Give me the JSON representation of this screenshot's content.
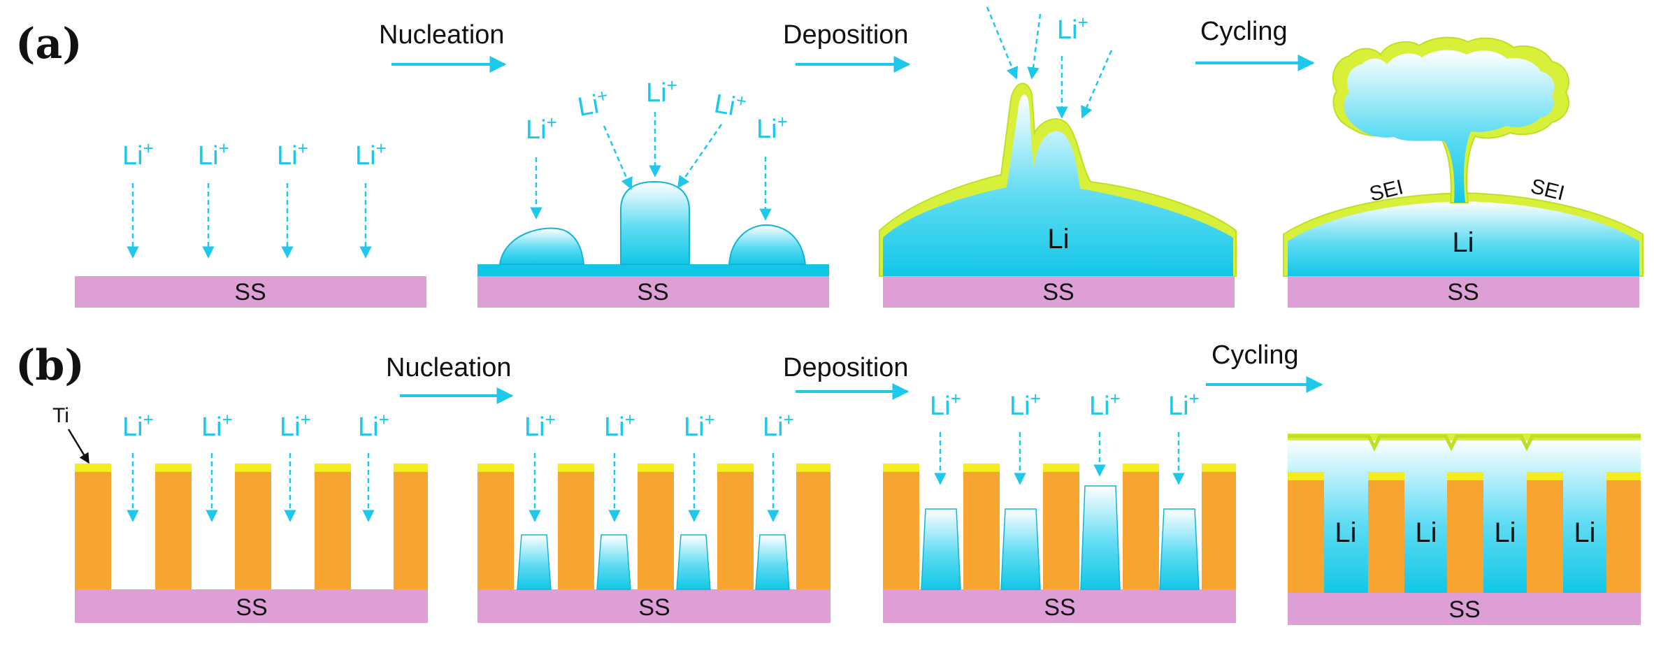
{
  "panels": {
    "a": {
      "label": "(a)",
      "steps": {
        "nucleation": "Nucleation",
        "deposition": "Deposition",
        "cycling": "Cycling"
      },
      "ion": "Li",
      "ion_charge": "+",
      "substrate": "SS",
      "metal": "Li",
      "sei": "SEI"
    },
    "b": {
      "label": "(b)",
      "steps": {
        "nucleation": "Nucleation",
        "deposition": "Deposition",
        "cycling": "Cycling"
      },
      "ion": "Li",
      "ion_charge": "+",
      "substrate": "SS",
      "metal": "Li",
      "ti": "Ti"
    }
  },
  "colors": {
    "lithium": "#1ec8ea",
    "substrate": "#dd9fd6",
    "pillar": "#f7a530",
    "ti_layer": "#f5ec20",
    "sei": "#d8f03a"
  }
}
